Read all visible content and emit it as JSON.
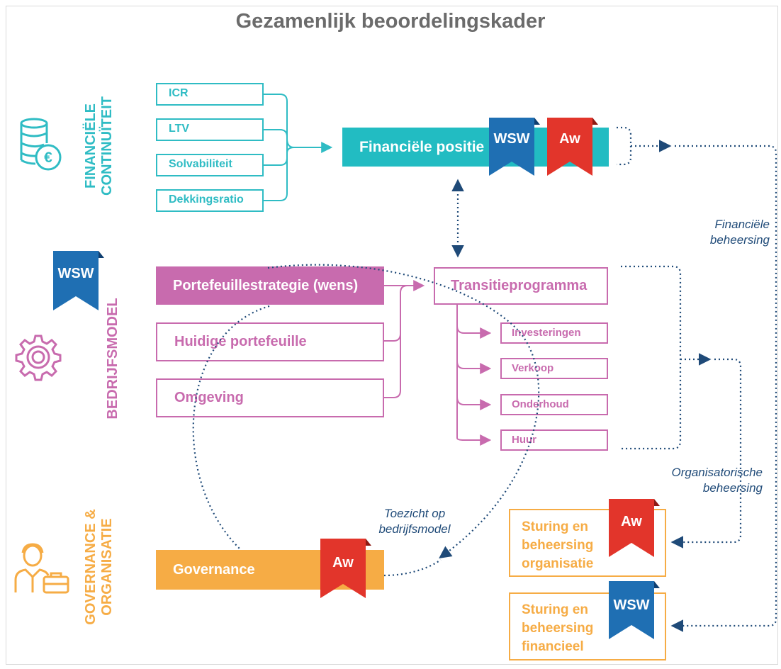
{
  "title": "Gezamenlijk beoordelingskader",
  "sections": {
    "financial": "FINANCIËLE\nCONTINUÏTEIT",
    "business": "BEDRIJFSMODEL",
    "governance": "GOVERNANCE &\nORGANISATIE"
  },
  "ratios": [
    "ICR",
    "LTV",
    "Solvabiliteit",
    "Dekkingsratio"
  ],
  "financial_position": "Financiële positie",
  "business": {
    "strategy": "Portefeuillestrategie (wens)",
    "current": "Huidige portefeuille",
    "environment": "Omgeving",
    "transition": "Transitieprogramma",
    "components": [
      "Investeringen",
      "Verkoop",
      "Onderhoud",
      "Huur"
    ]
  },
  "governance": {
    "label": "Governance",
    "org_control": "Sturing en\nbeheersing\norganisatie",
    "fin_control": "Sturing en\nbeheersing\nfinancieel"
  },
  "annotations": {
    "financial_control": "Financiële\nbeheersing",
    "organizational_control": "Organisatorische\nbeheersing",
    "oversight": "Toezicht op\nbedrijfsmodel"
  },
  "badges": {
    "wsw": "WSW",
    "aw": "Aw"
  },
  "colors": {
    "teal": "#22bcc2",
    "pink": "#c86bae",
    "orange": "#f6ac45",
    "wsw_blue": "#1f6fb3",
    "aw_red": "#e2352b",
    "navy": "#1f4a78"
  }
}
